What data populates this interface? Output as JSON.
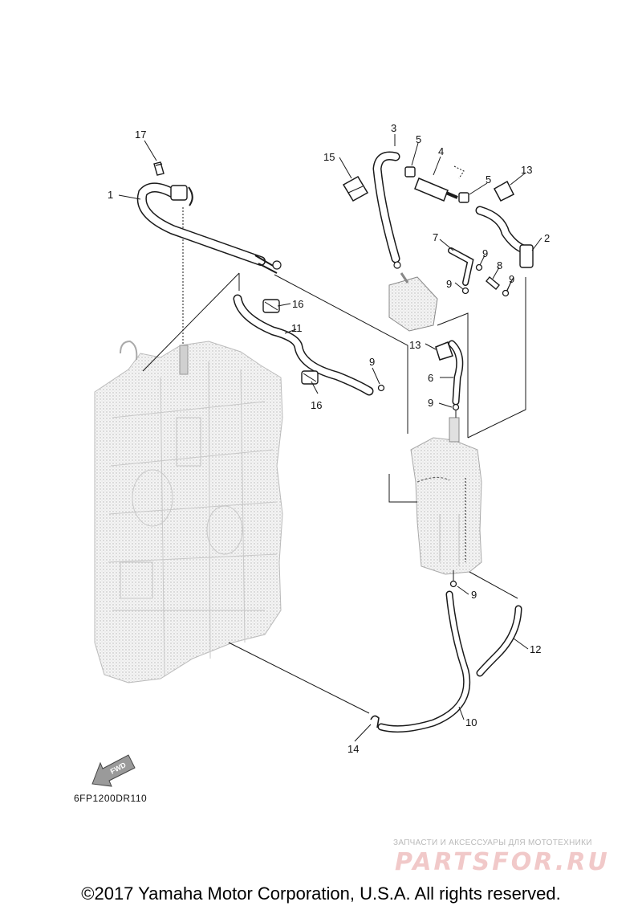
{
  "diagram": {
    "callouts": {
      "c1": "1",
      "c2": "2",
      "c3": "3",
      "c4": "4",
      "c5a": "5",
      "c5b": "5",
      "c6": "6",
      "c7": "7",
      "c8": "8",
      "c9a": "9",
      "c9b": "9",
      "c9c": "9",
      "c9d": "9",
      "c9e": "9",
      "c10": "10",
      "c11": "11",
      "c12": "12",
      "c13a": "13",
      "c13b": "13",
      "c14": "14",
      "c15": "15",
      "c16a": "16",
      "c16b": "16",
      "c17": "17"
    },
    "fwd_label": "FWD",
    "drawing_code": "6FP1200DR110"
  },
  "watermark": {
    "tagline": "ЗАПЧАСТИ И АКСЕССУАРЫ ДЛЯ МОТОТЕХНИКИ",
    "logo": "PARTSFOR.RU"
  },
  "footer": {
    "copyright": "©2017 Yamaha Motor Corporation, U.S.A. All rights reserved."
  },
  "colors": {
    "line": "#1a1a1a",
    "engine_fill": "#e6e6e6",
    "watermark_red": "#f1c9c9"
  }
}
